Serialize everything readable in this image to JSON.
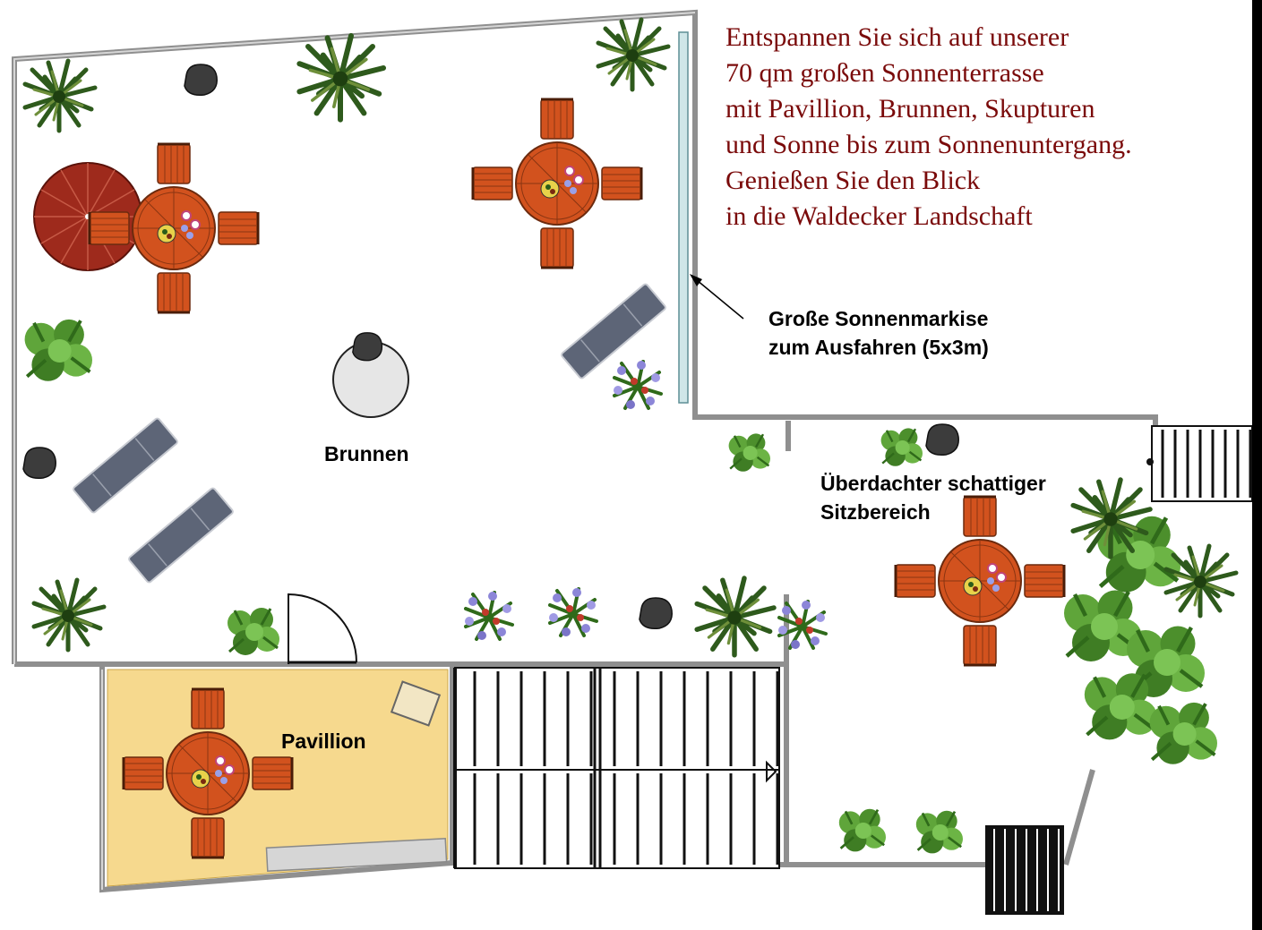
{
  "intro_lines": [
    "Entspannen Sie sich auf unserer",
    "70 qm großen Sonnenterrasse",
    "mit Pavillion, Brunnen, Skupturen",
    "und Sonne bis zum Sonnenuntergang.",
    "Genießen Sie den Blick",
    "in die Waldecker Landschaft"
  ],
  "labels": {
    "awning_line1": "Große Sonnenmarkise",
    "awning_line2": "zum Ausfahren (5x3m)",
    "fountain": "Brunnen",
    "covered_line1": "Überdachter schattiger",
    "covered_line2": "Sitzbereich",
    "pavilion": "Pavillion"
  },
  "colors": {
    "intro_text": "#7a0a0a",
    "wall": "#9a9a9a",
    "table_wood": "#d2521e",
    "umbrella": "#9e2a1c",
    "lounger": "#5d6577",
    "pavilion_floor": "#f6d98e",
    "awning": "#cfe6e8",
    "plant_dark": "#2e5a1c",
    "plant_light": "#5fa53a"
  }
}
